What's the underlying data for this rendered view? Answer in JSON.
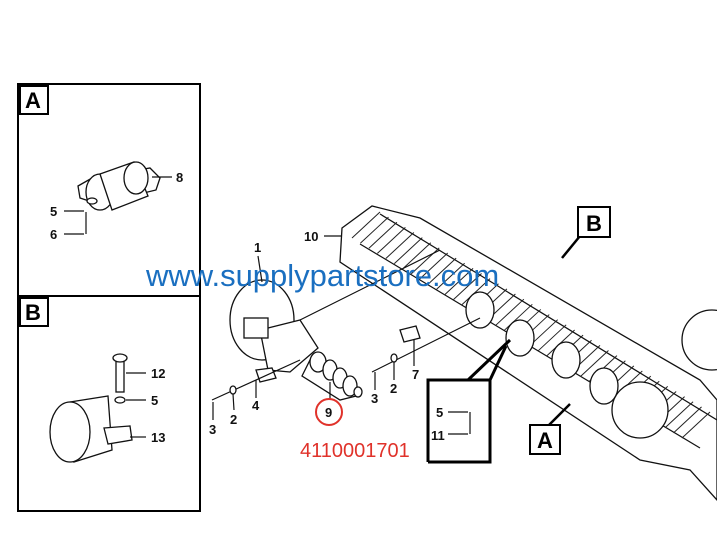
{
  "diagram": {
    "detail_a": {
      "label": "A",
      "callouts": [
        "8",
        "5",
        "6"
      ]
    },
    "detail_b": {
      "label": "B",
      "callouts": [
        "12",
        "5",
        "13"
      ]
    },
    "main_callouts": {
      "track": "10",
      "idler": "1",
      "plate_left": "4",
      "washer_left": "2",
      "bolt_left": "3",
      "bolt_right": "3",
      "washer_right": "2",
      "plate_right": "7",
      "spring": "9"
    },
    "inset": {
      "callouts": [
        "5",
        "11"
      ]
    },
    "pointer_b": "B",
    "pointer_a": "A",
    "highlight_color": "#e0322a",
    "part_number": "4110001701"
  },
  "watermark": "www.supplypartstore.com"
}
